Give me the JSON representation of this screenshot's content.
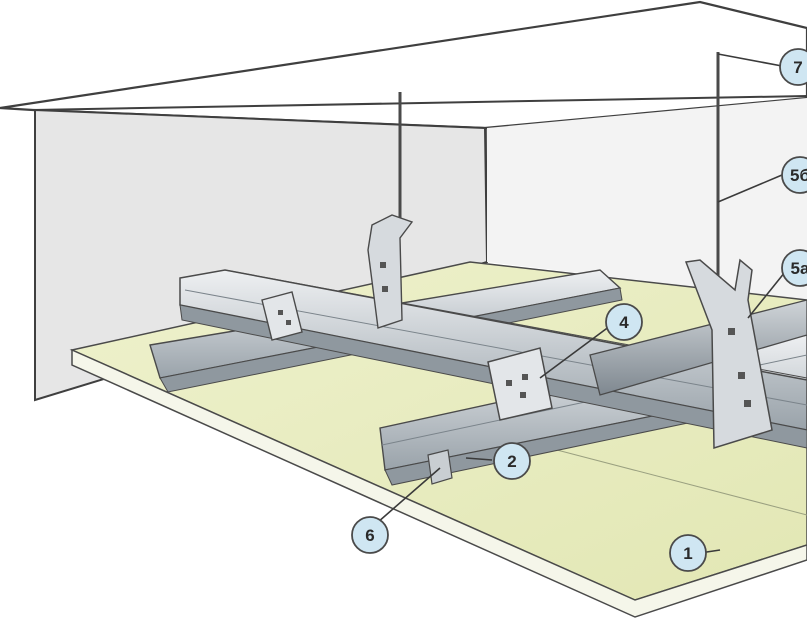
{
  "diagram": {
    "colors": {
      "board_face": "#e8ecc0",
      "board_edge": "#f4f6ea",
      "wall": "#e9e9e9",
      "ceiling": "#ffffff",
      "profile_light": "#d9dde0",
      "profile_mid": "#b4bcc3",
      "profile_dark": "#8a949c",
      "line": "#3f3f3f",
      "callout_fill": "#cfe6f2",
      "callout_stroke": "#4a4a4a"
    },
    "callouts": [
      {
        "id": "1",
        "label": "1"
      },
      {
        "id": "2",
        "label": "2"
      },
      {
        "id": "4",
        "label": "4"
      },
      {
        "id": "5a",
        "label": "5a"
      },
      {
        "id": "5b",
        "label": "5б"
      },
      {
        "id": "6",
        "label": "6"
      },
      {
        "id": "7",
        "label": "7"
      }
    ]
  }
}
